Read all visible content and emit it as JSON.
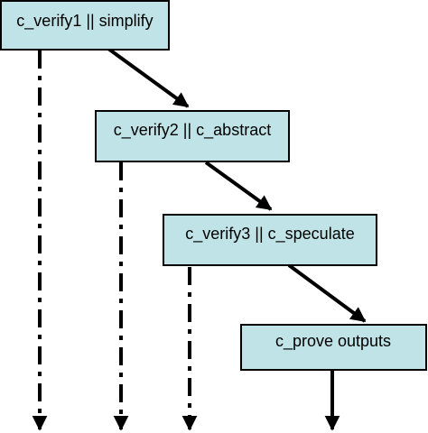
{
  "colors": {
    "node_fill": "#bfe3e6",
    "border": "#000000",
    "line": "#000000"
  },
  "nodes": [
    {
      "id": "n1",
      "label": "c_verify1 || simplify"
    },
    {
      "id": "n2",
      "label": "c_verify2 || c_abstract"
    },
    {
      "id": "n3",
      "label": "c_verify3 || c_speculate"
    },
    {
      "id": "n4",
      "label": "c_prove outputs"
    }
  ],
  "edges": [
    {
      "from": "n1",
      "to": "n2",
      "style": "solid-arrow"
    },
    {
      "from": "n2",
      "to": "n3",
      "style": "solid-arrow"
    },
    {
      "from": "n3",
      "to": "n4",
      "style": "solid-arrow"
    }
  ],
  "downstream": [
    {
      "from": "n1",
      "style": "dash-dot"
    },
    {
      "from": "n2",
      "style": "dash-dot"
    },
    {
      "from": "n3",
      "style": "dash-dot"
    },
    {
      "from": "n4",
      "style": "solid"
    }
  ]
}
